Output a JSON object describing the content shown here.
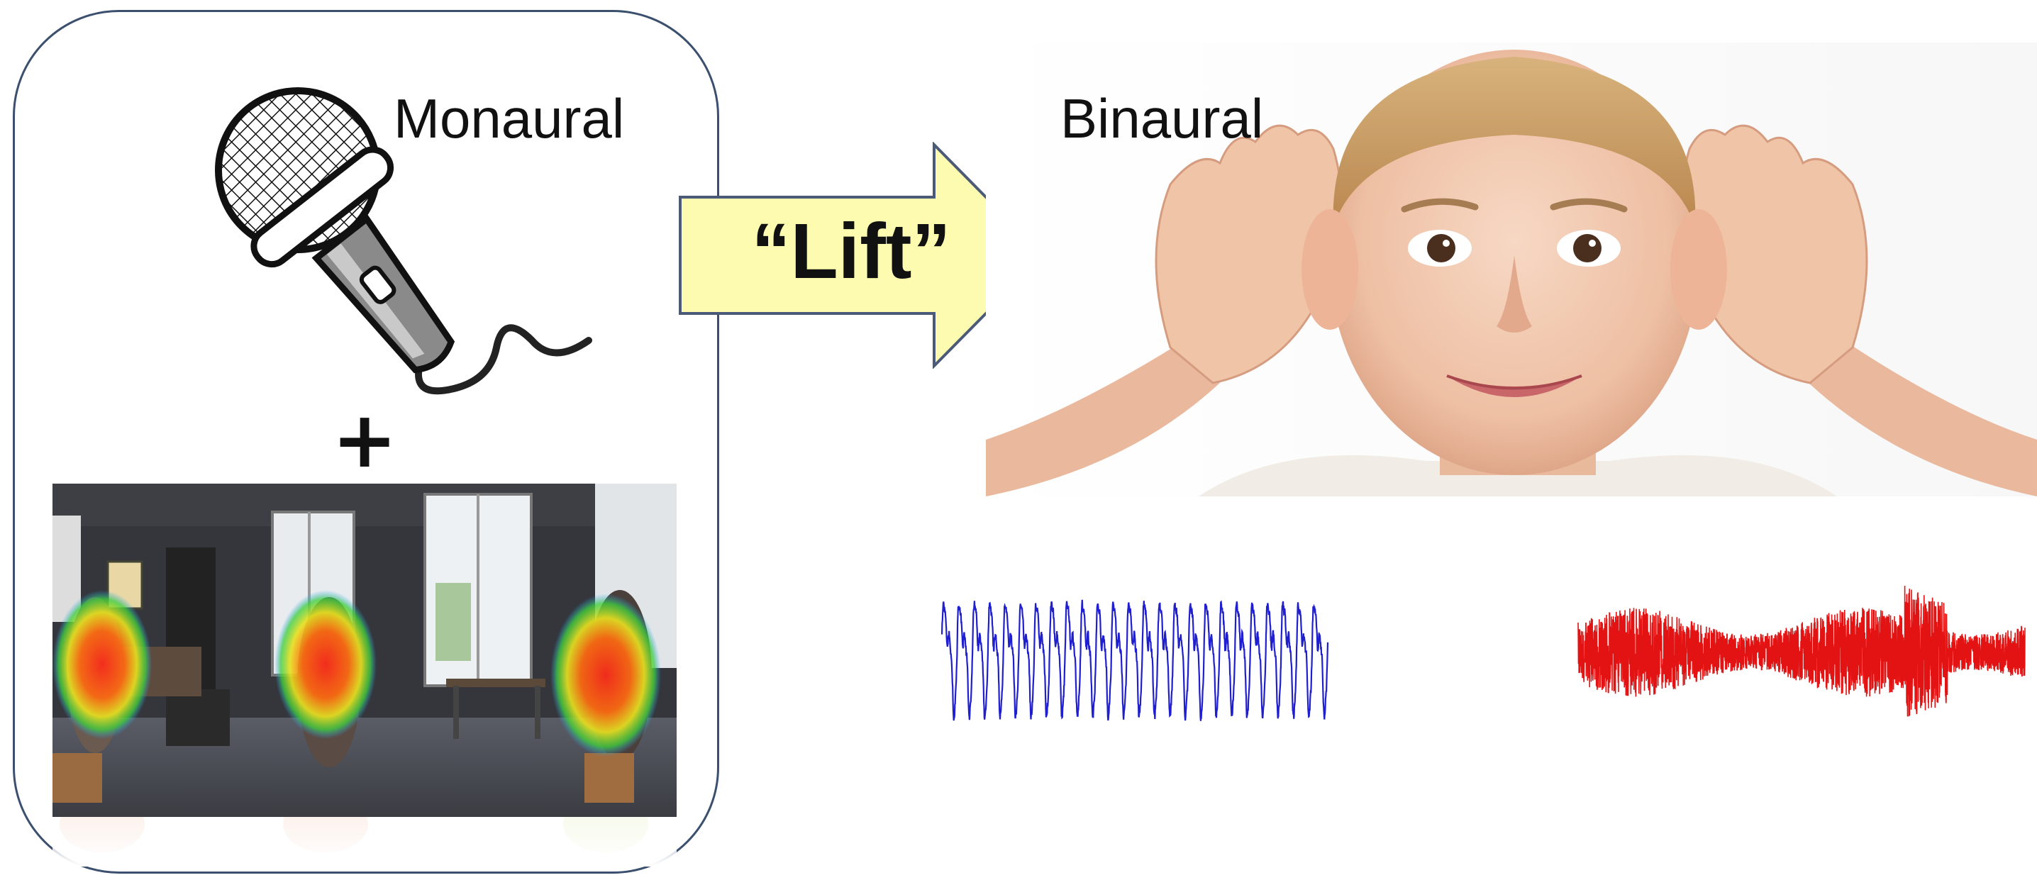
{
  "labels": {
    "monaural": "Monaural",
    "binaural": "Binaural",
    "plus": "+",
    "lift": "“Lift”"
  },
  "icons": {
    "microphone": "microphone-icon",
    "arrow": "right-arrow"
  },
  "colors": {
    "panel_border": "#3b4f6e",
    "arrow_fill": "#fcfbb0",
    "arrow_stroke": "#4a5a78",
    "wave_left": "#1f1fcf",
    "wave_right": "#e31313"
  }
}
